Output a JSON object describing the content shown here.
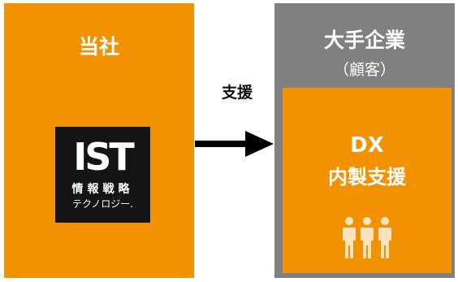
{
  "left": {
    "title": "当社",
    "logo": {
      "main": "IST",
      "line1": "情報戦略",
      "line2": "テクノロジー."
    }
  },
  "arrow": {
    "label": "支援"
  },
  "right": {
    "title": "大手企業",
    "subtitle": "（顧客）",
    "inner": {
      "title": "DX",
      "subtitle": "内製支援"
    }
  },
  "icons": {
    "arrow": "right-arrow-icon",
    "people": "people-group-icon"
  },
  "colors": {
    "orange": "#f39200",
    "gray": "#808080",
    "logo_bg": "#141414",
    "people_icon": "#fbe3bd"
  }
}
